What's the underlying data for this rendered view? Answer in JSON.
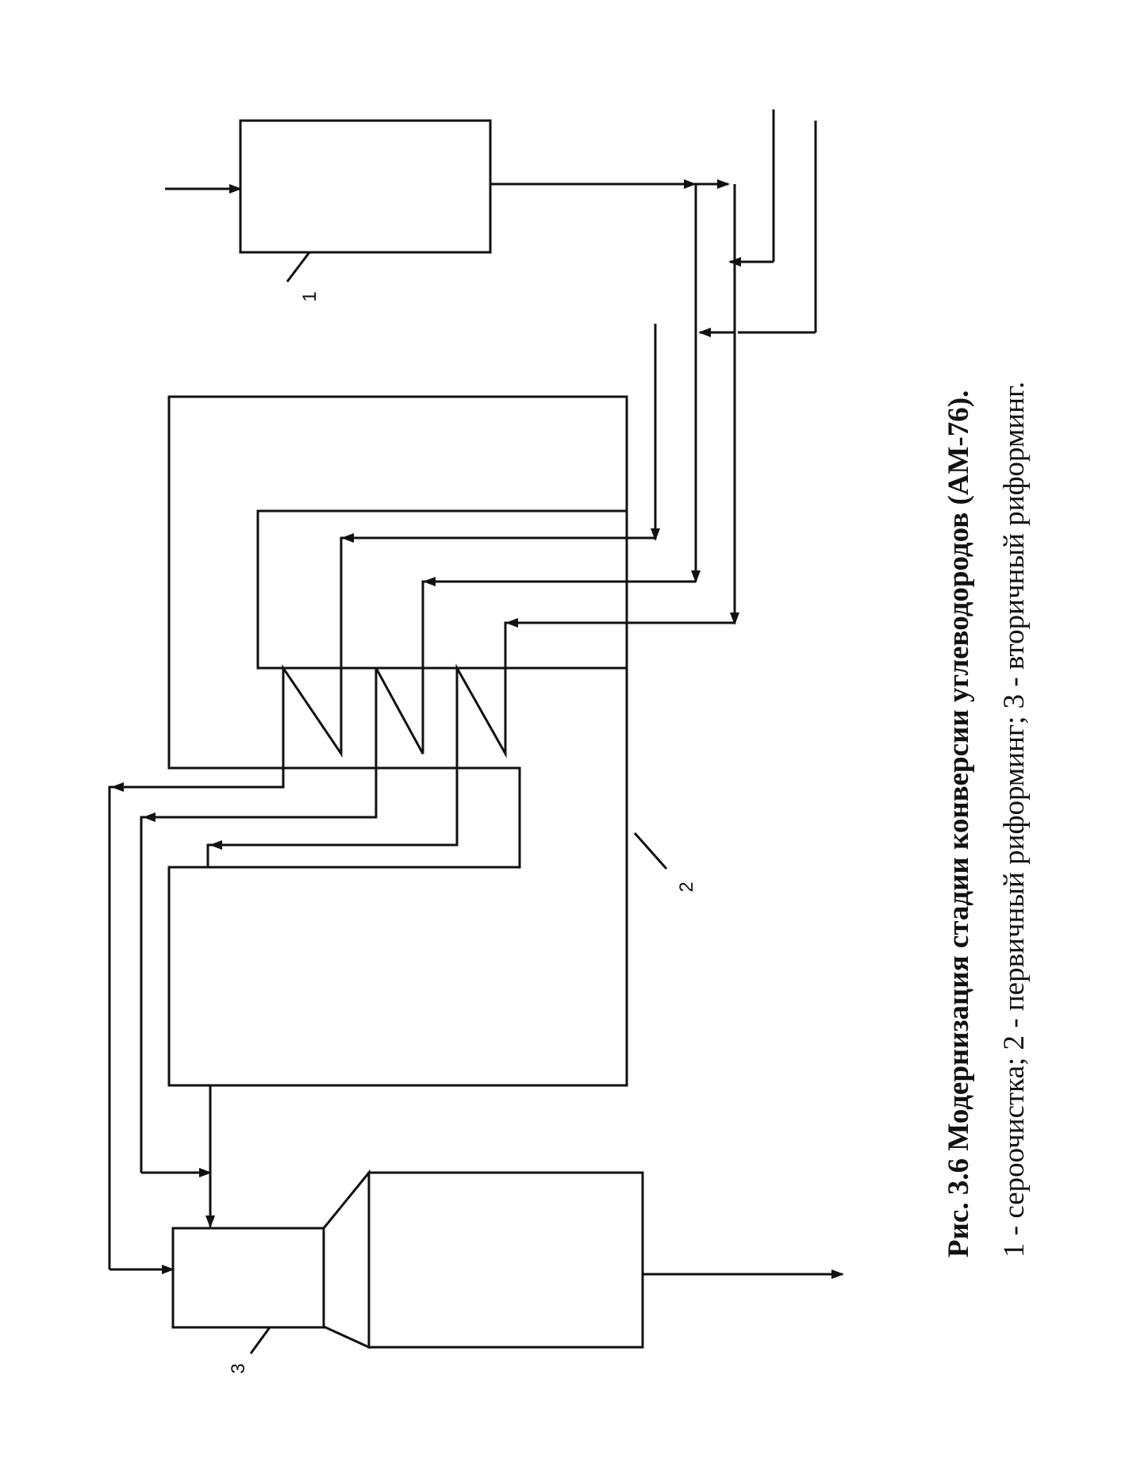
{
  "diagram": {
    "labels": {
      "unit_1": "1",
      "unit_2": "2",
      "unit_3": "3"
    }
  },
  "caption": {
    "title": "Рис. 3.6 Модернизация стадии конверсии углеводородов (АМ-76).",
    "legend": "1 - сероочистка; 2 - первичный риформинг; 3 - вторичный риформинг."
  }
}
